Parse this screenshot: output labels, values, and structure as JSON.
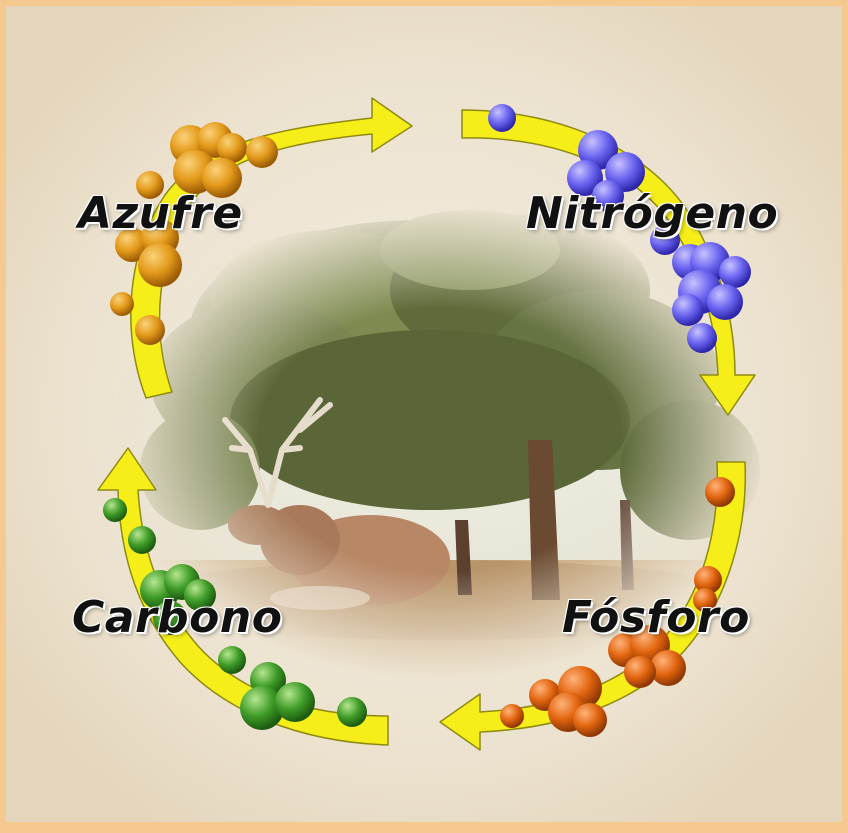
{
  "labels": {
    "azufre": "Azufre",
    "nitrogeno": "Nitrógeno",
    "carbono": "Carbono",
    "fosforo": "Fósforo"
  },
  "colors": {
    "frame": "#f6c990",
    "parchment": "#efe6d6",
    "arrow": "#f6ee18",
    "azufre": "#e39a1a",
    "nitrogeno": "#6a63f0",
    "carbono": "#3f9d28",
    "fosforo": "#e2650f"
  }
}
